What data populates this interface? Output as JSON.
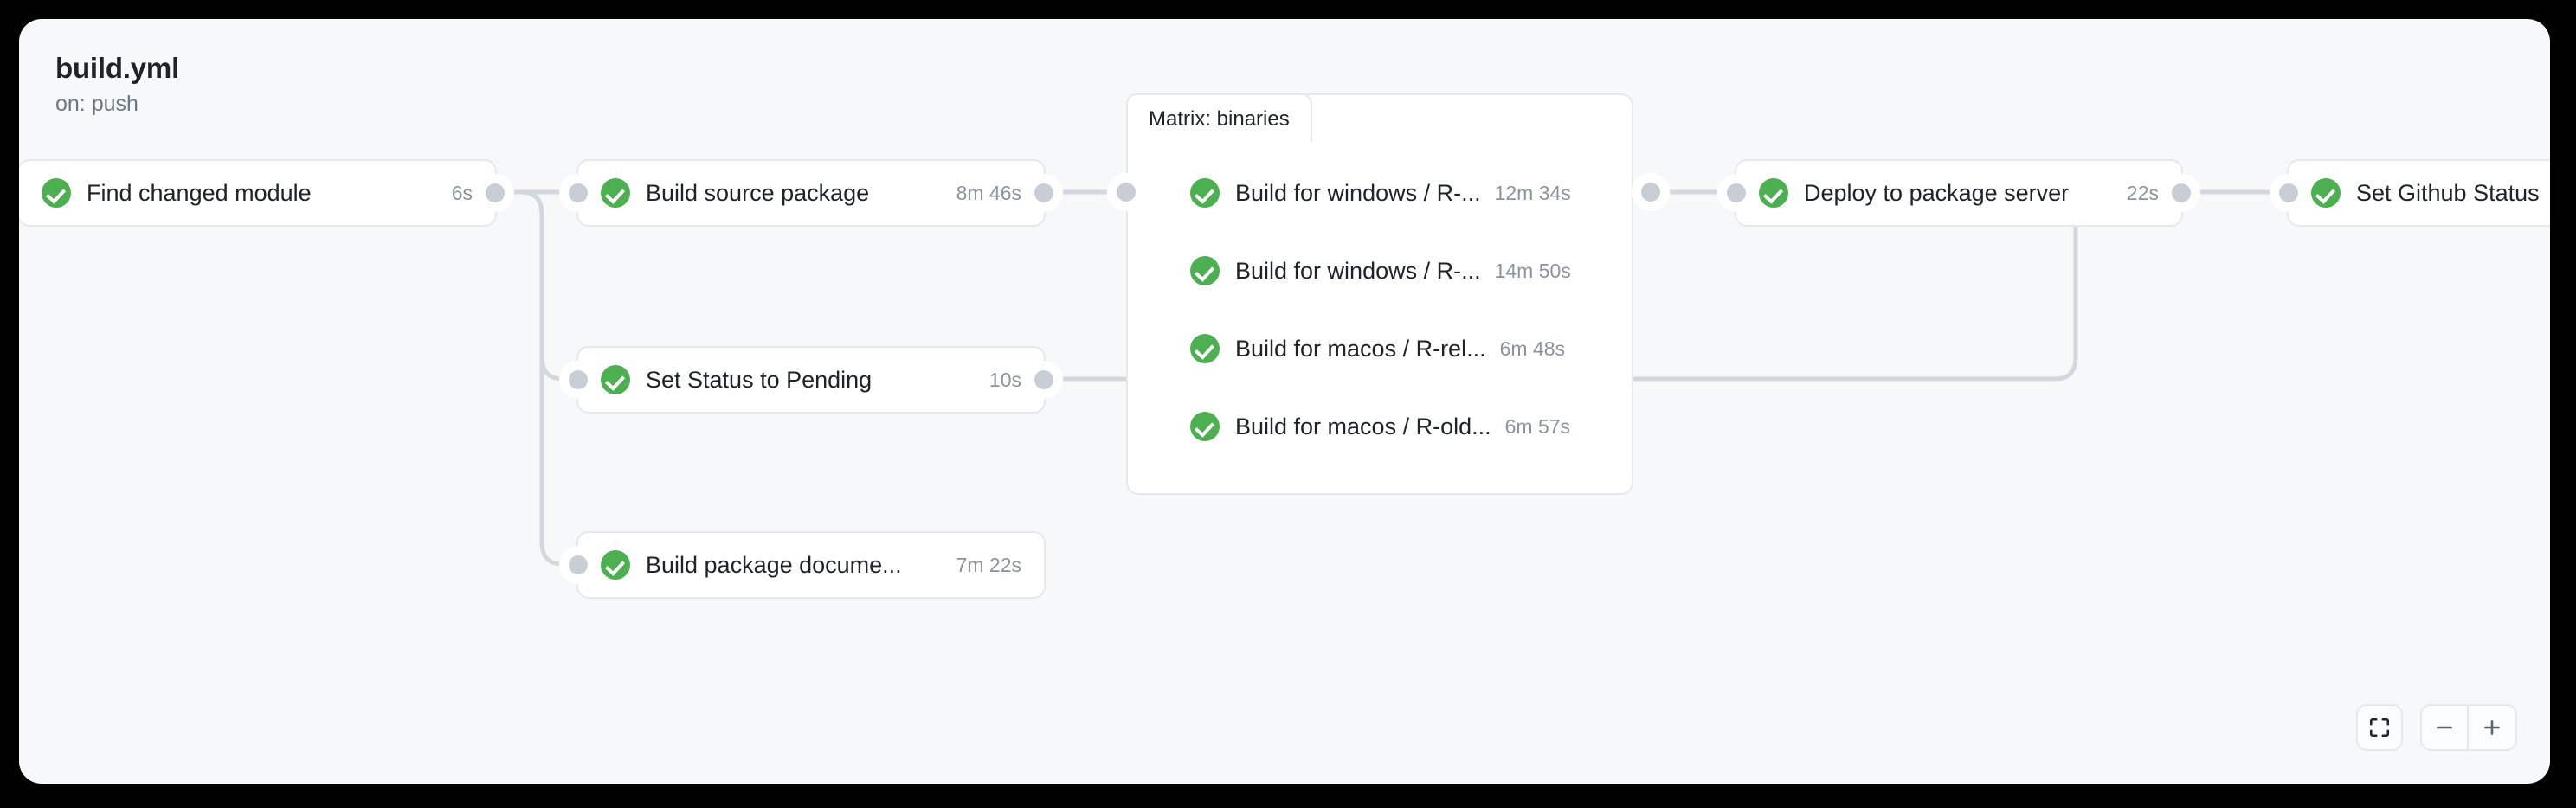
{
  "workflow": {
    "title": "build.yml",
    "trigger": "on: push"
  },
  "matrix_group": {
    "tab_label": "Matrix: binaries",
    "jobs": [
      {
        "name": "Build for windows / R-...",
        "duration": "12m 34s",
        "status": "success"
      },
      {
        "name": "Build for windows / R-...",
        "duration": "14m 50s",
        "status": "success"
      },
      {
        "name": "Build for macos / R-rel...",
        "duration": "6m 48s",
        "status": "success"
      },
      {
        "name": "Build for macos / R-old...",
        "duration": "6m 57s",
        "status": "success"
      }
    ]
  },
  "nodes": [
    {
      "name": "Find changed module",
      "duration": "6s",
      "status": "success"
    },
    {
      "name": "Build source package",
      "duration": "8m 46s",
      "status": "success"
    },
    {
      "name": "Set Status to Pending",
      "duration": "10s",
      "status": "success"
    },
    {
      "name": "Build package docume...",
      "duration": "7m 22s",
      "status": "success"
    },
    {
      "name": "Deploy to package server",
      "duration": "22s",
      "status": "success"
    },
    {
      "name": "Set Github Status",
      "duration": "",
      "status": "success"
    }
  ],
  "controls": {
    "fit_label": "fit-to-screen",
    "zoom_out_label": "zoom-out",
    "zoom_in_label": "zoom-in"
  },
  "colors": {
    "success": "#4caf50",
    "canvas_bg": "#f6f8fa",
    "node_bg": "#ffffff",
    "node_border": "#e6e9ec",
    "edge": "#d3d8de",
    "handle": "#c9ced6",
    "text": "#1f2328",
    "muted": "#8b949e",
    "page_bg": "#000000"
  }
}
